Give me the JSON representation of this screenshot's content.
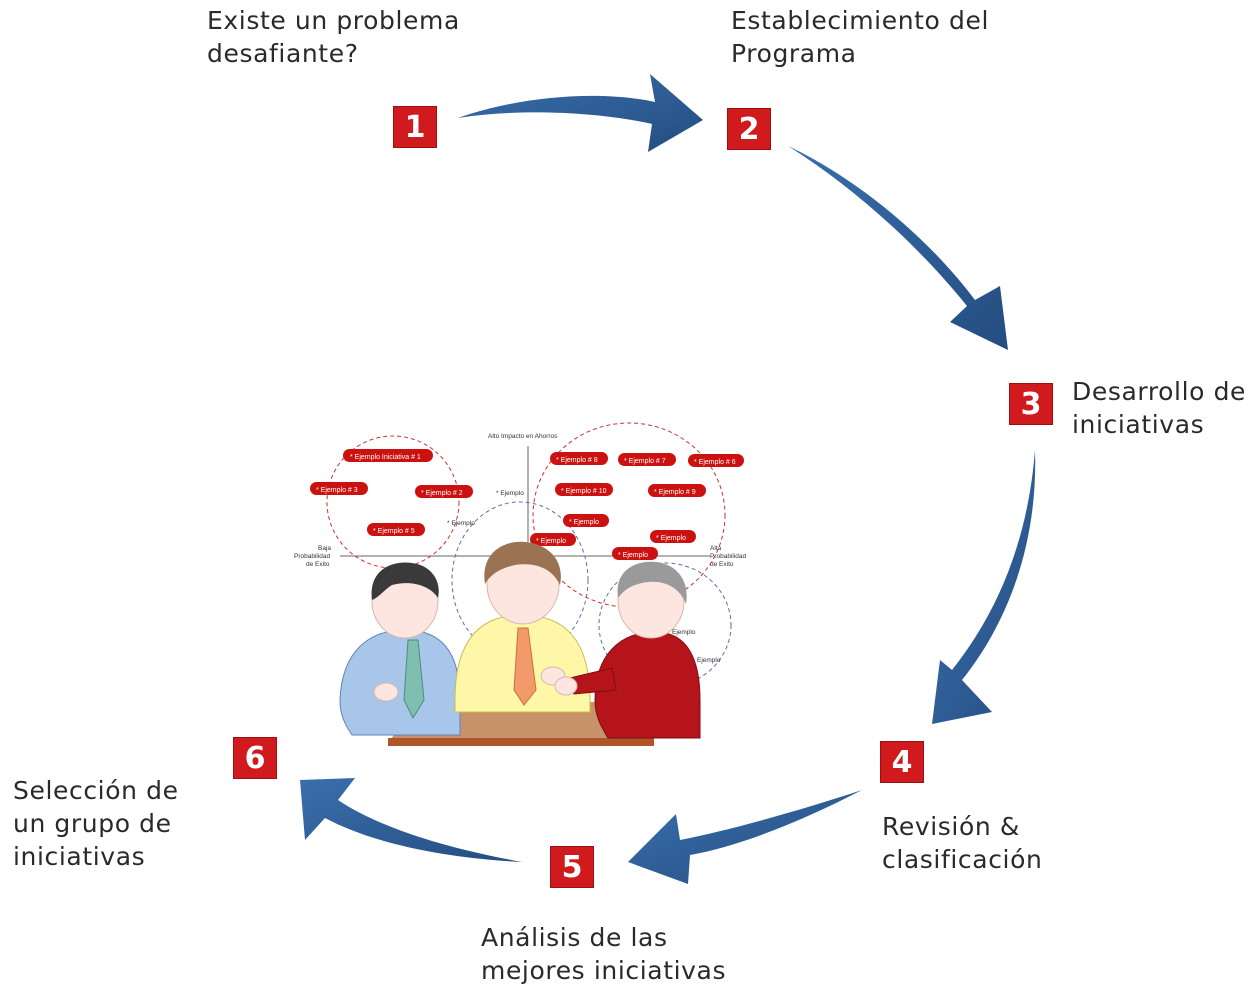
{
  "steps": [
    {
      "number": "1",
      "label": "Existe un problema\ndesafiante?"
    },
    {
      "number": "2",
      "label": "Establecimiento del\nPrograma"
    },
    {
      "number": "3",
      "label": "Desarrollo de\niniciativas"
    },
    {
      "number": "4",
      "label": "Revisión &\nclasificación"
    },
    {
      "number": "5",
      "label": "Análisis de las\nmejores iniciativas"
    },
    {
      "number": "6",
      "label": "Selección de\nun grupo de\niniciativas"
    }
  ],
  "illustration": {
    "axis_top": "Alto Impacto en Ahorros",
    "axis_left": "Baja\nProbabilidad\nde Exito",
    "axis_right": "Alta\nProbabilidad\nde Exito",
    "pills": [
      "* Ejemplo Iniciativa # 1",
      "* Ejemplo # 3",
      "* Ejemplo # 2",
      "* Ejemplo # 5",
      "* Ejemplo # 8",
      "* Ejemplo # 7",
      "* Ejemplo # 6",
      "* Ejemplo # 10",
      "* Ejemplo # 9",
      "* Ejemplo",
      "* Ejemplo",
      "* Ejemplo",
      "* Ejemplo"
    ],
    "loose_labels": [
      "* Ejemplo",
      "* Ejemplo",
      "Ejemplo",
      "Ejemplo"
    ]
  },
  "colors": {
    "arrow": "#2f5f98",
    "number_box": "#d01a1d",
    "pill": "#cc1111"
  }
}
